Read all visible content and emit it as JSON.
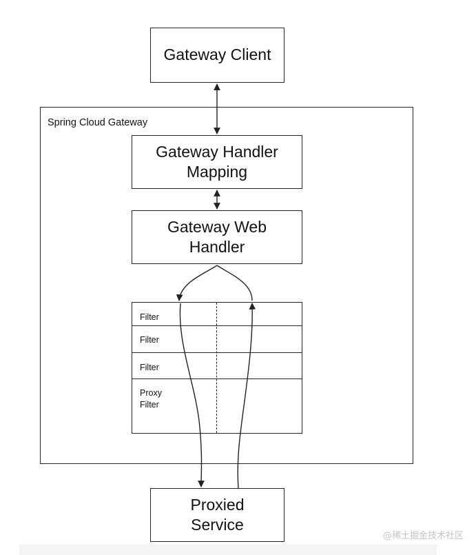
{
  "diagram": {
    "client": "Gateway Client",
    "container_label": "Spring Cloud Gateway",
    "handler_mapping": "Gateway Handler\nMapping",
    "web_handler": "Gateway Web\nHandler",
    "filters": [
      "Filter",
      "Filter",
      "Filter",
      "Proxy\nFilter"
    ],
    "proxied_service": "Proxied\nService"
  },
  "watermark": "@稀土掘金技术社区",
  "colors": {
    "line": "#222222",
    "watermark": "#c4c4c4",
    "background": "#ffffff"
  }
}
